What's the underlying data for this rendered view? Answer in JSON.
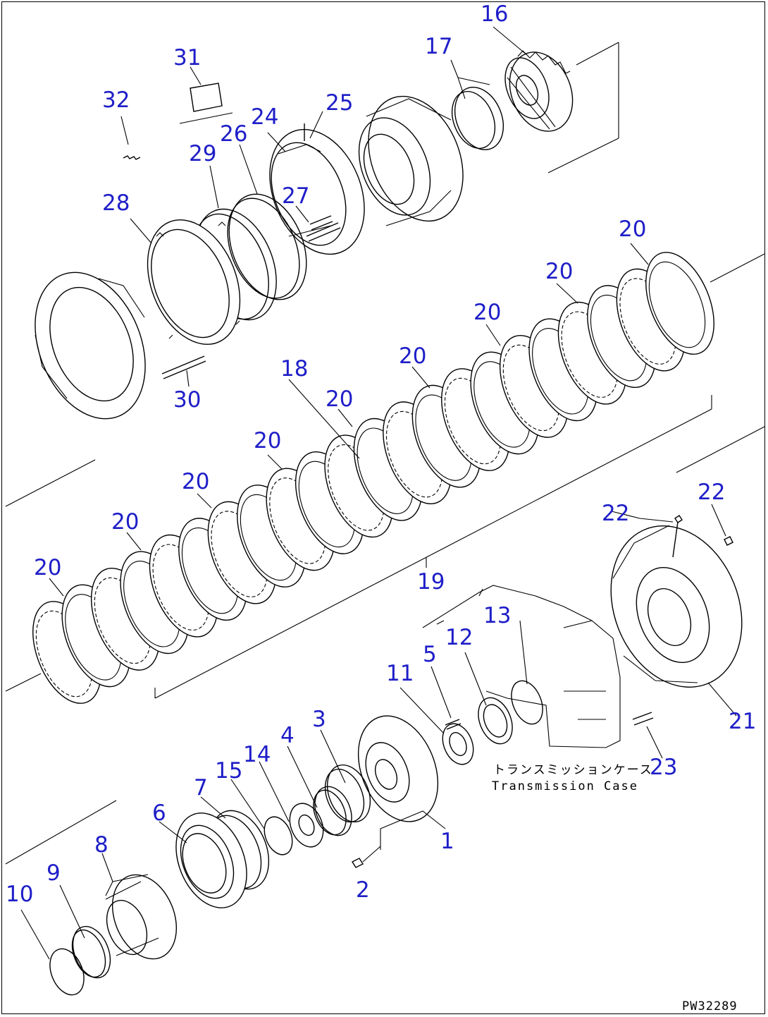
{
  "diagram": {
    "drawing_code": "PW32289",
    "caption_jp": "トランスミッションケース",
    "caption_en": "Transmission Case",
    "callouts": {
      "c1": "1",
      "c2": "2",
      "c3": "3",
      "c4": "4",
      "c5": "5",
      "c6": "6",
      "c7": "7",
      "c8": "8",
      "c9": "9",
      "c10": "10",
      "c11": "11",
      "c12": "12",
      "c13": "13",
      "c14": "14",
      "c15": "15",
      "c16": "16",
      "c17": "17",
      "c18": "18",
      "c19": "19",
      "c20a": "20",
      "c20b": "20",
      "c20c": "20",
      "c20d": "20",
      "c20e": "20",
      "c20f": "20",
      "c20g": "20",
      "c20h": "20",
      "c20i": "20",
      "c21": "21",
      "c22a": "22",
      "c22b": "22",
      "c23": "23",
      "c24": "24",
      "c25": "25",
      "c26": "26",
      "c27": "27",
      "c28": "28",
      "c29": "29",
      "c30": "30",
      "c31": "31",
      "c32": "32"
    }
  }
}
